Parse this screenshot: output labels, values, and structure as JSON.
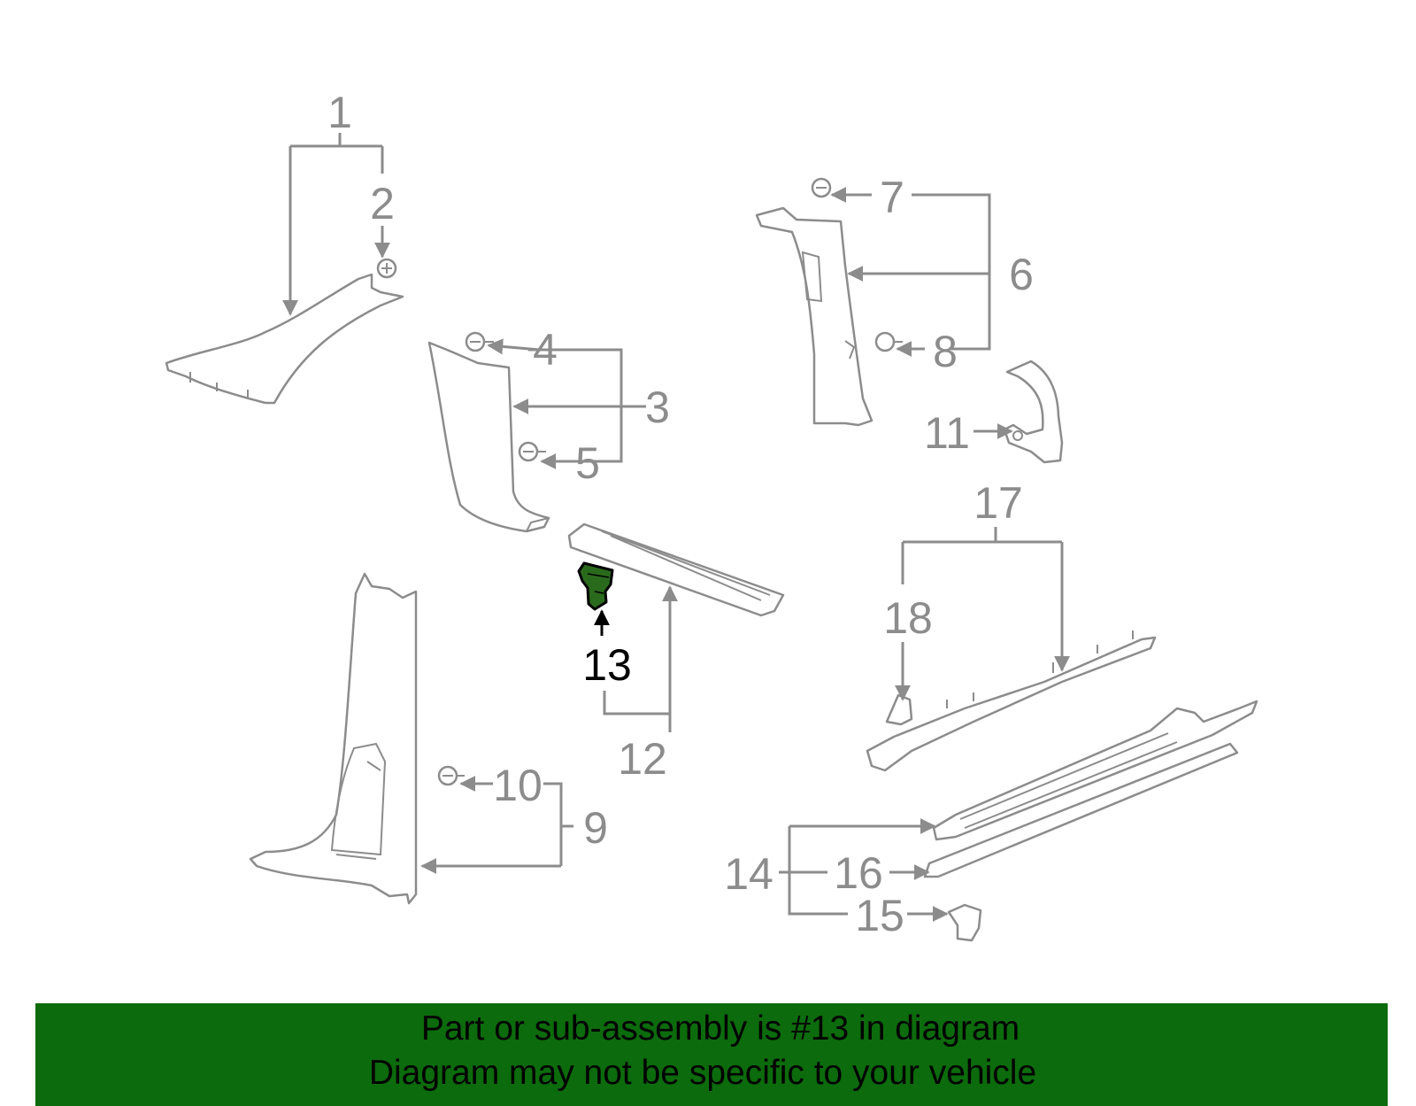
{
  "diagram": {
    "highlighted_part": "13",
    "callouts": [
      "1",
      "2",
      "3",
      "4",
      "5",
      "6",
      "7",
      "8",
      "9",
      "10",
      "11",
      "12",
      "13",
      "14",
      "15",
      "16",
      "17",
      "18"
    ],
    "colors": {
      "line_art": "#8c8c8c",
      "highlight_fill": "#2a6a1c",
      "highlight_label": "#000000",
      "banner_background": "#0c6b0c"
    }
  },
  "banner": {
    "line1": "Part or sub-assembly is #13 in diagram",
    "line2": "Diagram may not be specific to your vehicle"
  }
}
